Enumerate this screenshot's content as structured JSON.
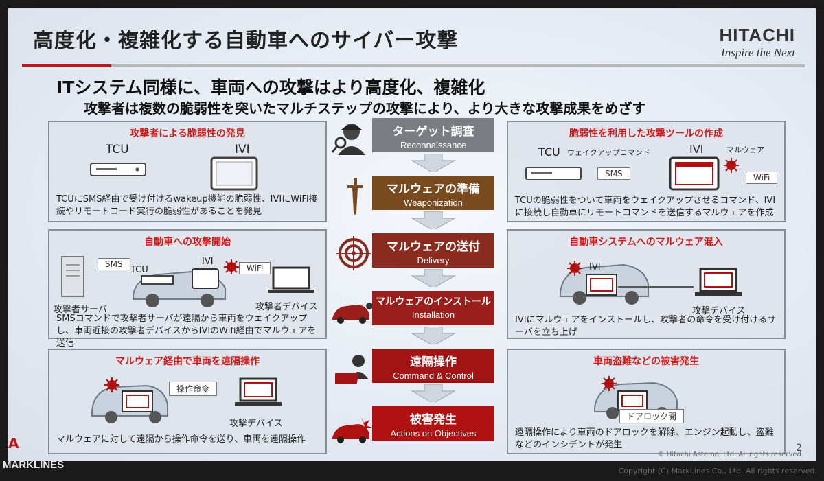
{
  "header": {
    "title": "高度化・複雑化する自動車へのサイバー攻撃",
    "logo_brand": "HITACHI",
    "logo_tagline": "Inspire the Next"
  },
  "subtitle": {
    "line1": "ITシステム同様に、車両への攻撃はより高度化、複雑化",
    "line2": "攻撃者は複数の脆弱性を突いたマルチステップの攻撃により、より大きな攻撃成果をめざす"
  },
  "steps": [
    {
      "jp": "ターゲット調査",
      "en": "Reconnaissance",
      "color": "#7a7d82"
    },
    {
      "jp": "マルウェアの準備",
      "en": "Weaponization",
      "color": "#7a4a1f"
    },
    {
      "jp": "マルウェアの送付",
      "en": "Delivery",
      "color": "#8a2b20"
    },
    {
      "jp": "マルウェアのインストール",
      "en": "Installation",
      "color": "#9a1f1a"
    },
    {
      "jp": "遠隔操作",
      "en": "Command & Control",
      "color": "#a31515"
    },
    {
      "jp": "被害発生",
      "en": "Actions on Objectives",
      "color": "#b01212"
    }
  ],
  "left_boxes": {
    "recon": {
      "title": "攻撃者による脆弱性の発見",
      "tcu": "TCU",
      "ivi": "IVI",
      "desc": "TCUにSMS経由で受け付けるwakeup機能の脆弱性、IVIにWiFi接続やリモートコード実行の脆弱性があることを発見"
    },
    "delivery": {
      "title": "自動車への攻撃開始",
      "sms": "SMS",
      "tcu": "TCU",
      "ivi": "IVI",
      "wifi": "WiFi",
      "server": "攻撃者サーバ",
      "device": "攻撃者デバイス",
      "desc": "SMSコマンドで攻撃者サーバが遠隔から車両をウェイクアップし、車両近接の攻撃者デバイスからIVIのWifi経由でマルウェアを送信"
    },
    "control": {
      "title": "マルウェア経由で車両を遠隔操作",
      "command": "操作命令",
      "device": "攻撃デバイス",
      "desc": "マルウェアに対して遠隔から操作命令を送り、車両を遠隔操作"
    }
  },
  "right_boxes": {
    "weapon": {
      "title": "脆弱性を利用した攻撃ツールの作成",
      "tcu": "TCU",
      "wake": "ウェイクアップコマンド",
      "sms": "SMS",
      "ivi": "IVI",
      "malware": "マルウェア",
      "wifi": "WiFi",
      "desc": "TCUの脆弱性をついて車両をウェイクアップさせるコマンド、IVIに接続し自動車にリモートコマンドを送信するマルウェアを作成"
    },
    "install": {
      "title": "自動車システムへのマルウェア混入",
      "ivi": "IVI",
      "device": "攻撃デバイス",
      "desc": "IVIにマルウェアをインストールし、攻撃者の命令を受け付けるサーバを立ち上げ"
    },
    "damage": {
      "title": "車両盗難などの被害発生",
      "door": "ドアロック開",
      "desc": "遠隔操作により車両のドアロックを解除、エンジン起動し、盗難などのインシデントが発生"
    }
  },
  "footer": {
    "page": "2",
    "copyright": "© Hitachi Astemo, Ltd. All rights reserved.",
    "watermark_left": "MARKLINES",
    "watermark_right": "Copyright (C) MarkLines Co., Ltd. All rights reserved."
  },
  "colors": {
    "accent": "#c0141e"
  }
}
